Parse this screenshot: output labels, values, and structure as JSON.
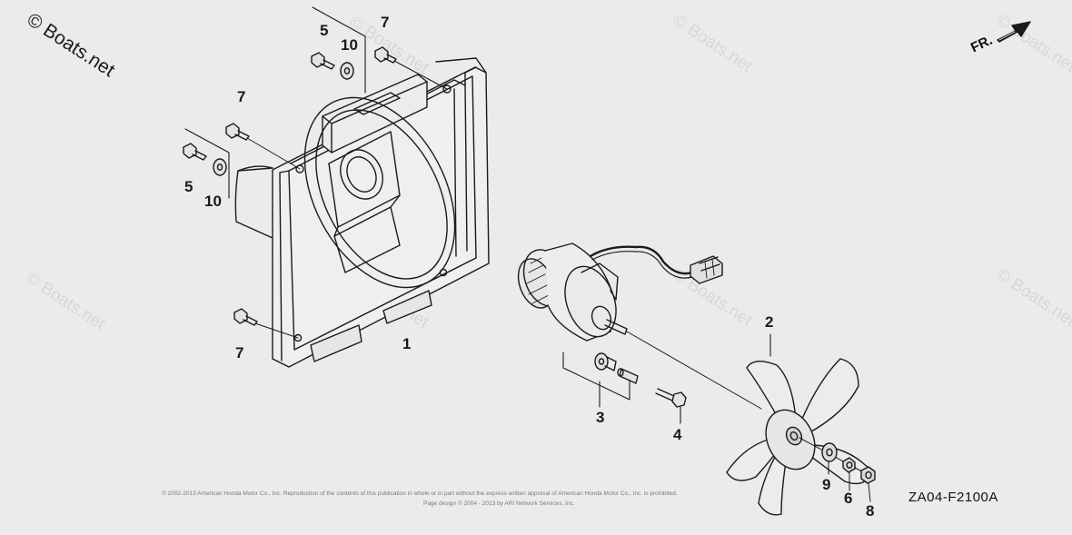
{
  "watermark": {
    "primary": "© Boats.net",
    "faint": "© Boats.net"
  },
  "orientation": {
    "label": "FR."
  },
  "diagram_code": "ZA04-F2100A",
  "copyright": {
    "line1": "© 2002-2013 American Honda Motor Co., Inc. Reproduction of the contents of this publication in whole or in part without the express written approval of American Honda Motor Co., Inc. is prohibited.",
    "line2": "Page design © 2004 - 2013 by ARI Network Services, Inc."
  },
  "callouts": {
    "p1": "1",
    "p2": "2",
    "p3": "3",
    "p4": "4",
    "p5": "5",
    "p6": "6",
    "p7": "7",
    "p8": "8",
    "p9": "9",
    "p10": "10"
  }
}
